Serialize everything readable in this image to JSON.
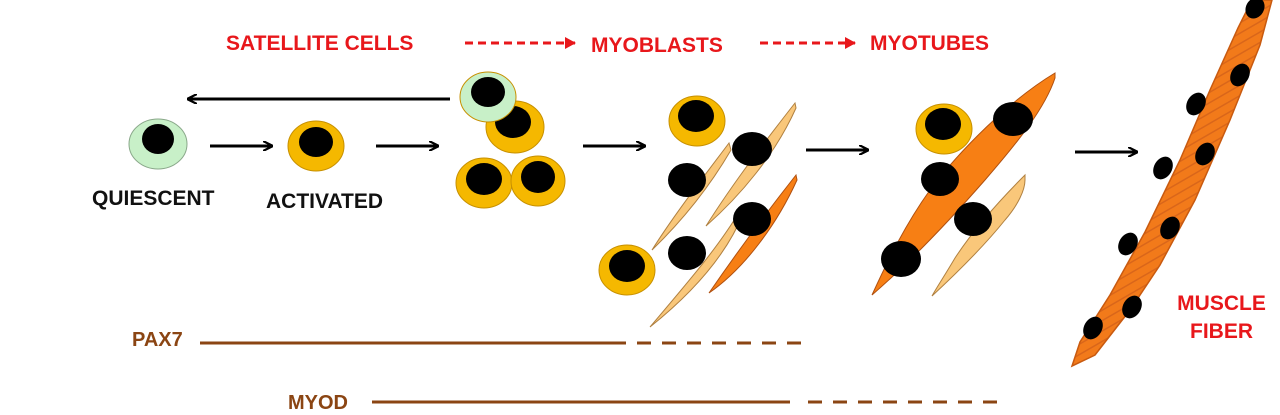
{
  "stages": {
    "satellite": "SATELLITE CELLS",
    "myoblasts": "MYOBLASTS",
    "myotubes": "MYOTUBES",
    "muscle_fiber_line1": "MUSCLE",
    "muscle_fiber_line2": "FIBER"
  },
  "cell_states": {
    "quiescent": "QUIESCENT",
    "activated": "ACTIVATED"
  },
  "markers": {
    "pax7": "PAX7",
    "myod": "MYOD"
  },
  "colors": {
    "label_red": "#e8171b",
    "marker_brown": "#8b4513",
    "quiescent_fill": "#c8f0c8",
    "activated_fill": "#f5b800",
    "myoblast_light": "#f9c77a",
    "myotube_orange": "#f77f14",
    "nucleus": "#000000"
  }
}
